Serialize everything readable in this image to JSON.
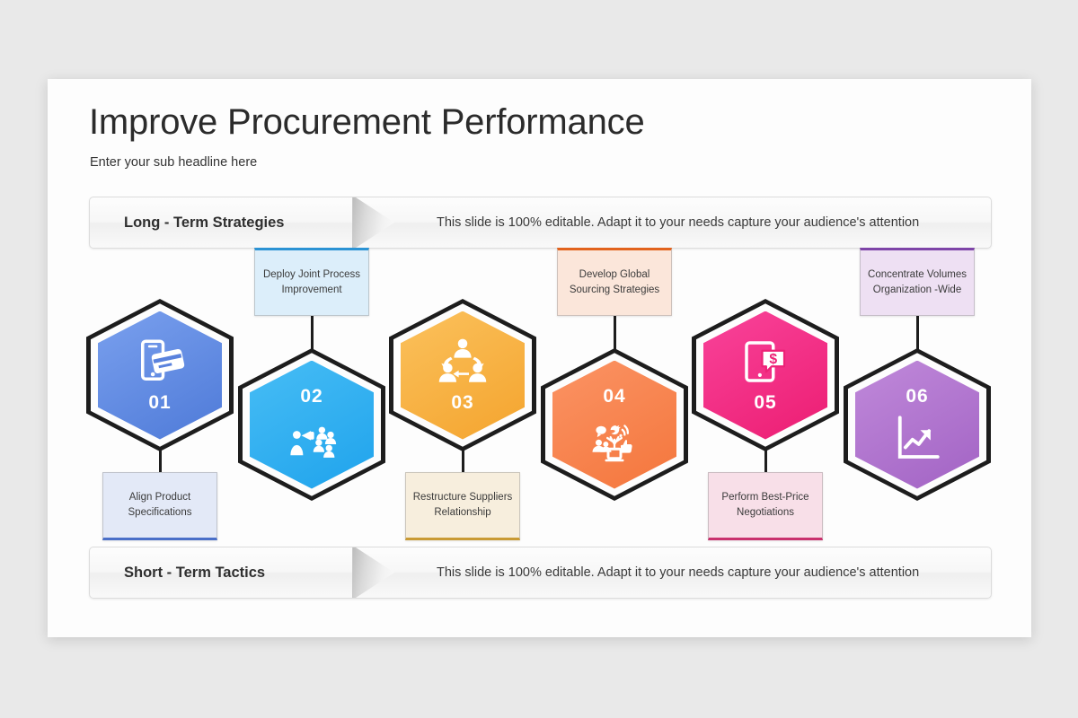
{
  "slide": {
    "title": "Improve Procurement Performance",
    "subtitle": "Enter your sub headline here"
  },
  "banners": [
    {
      "name": "long-term-strategies",
      "label": "Long - Term Strategies",
      "text": "This slide is 100% editable. Adapt it to your needs capture your audience's attention"
    },
    {
      "name": "short-term-tactics",
      "label": "Short - Term Tactics",
      "text": "This slide is 100% editable. Adapt it to your needs capture your audience's attention"
    }
  ],
  "steps": [
    {
      "number": "01",
      "label": "Align Product Specifications",
      "label_position": "bottom",
      "icon": "mobile-payment-icon",
      "accent": "#4a6fc8",
      "box_bg": "#e3e9f7",
      "hex_from": "#7aa0ee",
      "hex_to": "#4e7ad8",
      "number_position": "below"
    },
    {
      "number": "02",
      "label": "Deploy Joint Process Improvement",
      "label_position": "top",
      "icon": "announcement-team-icon",
      "accent": "#2b93d4",
      "box_bg": "#dceefa",
      "hex_from": "#47bdf5",
      "hex_to": "#1fa3ec",
      "number_position": "above"
    },
    {
      "number": "03",
      "label": "Restructure Suppliers Relationship",
      "label_position": "bottom",
      "icon": "collaboration-icon",
      "accent": "#c99a34",
      "box_bg": "#f7eedd",
      "hex_from": "#fbc15c",
      "hex_to": "#f4a42e",
      "number_position": "below"
    },
    {
      "number": "04",
      "label": "Develop Global Sourcing Strategies",
      "label_position": "top",
      "icon": "social-media-icon",
      "accent": "#e2631e",
      "box_bg": "#fbe6da",
      "hex_from": "#fb9364",
      "hex_to": "#f4763c",
      "number_position": "above"
    },
    {
      "number": "05",
      "label": "Perform Best-Price Negotiations",
      "label_position": "bottom",
      "icon": "tablet-price-icon",
      "accent": "#c9316d",
      "box_bg": "#f8dfe8",
      "hex_from": "#f9439a",
      "hex_to": "#ec1d72",
      "number_position": "below"
    },
    {
      "number": "06",
      "label": "Concentrate Volumes Organization -Wide",
      "label_position": "top",
      "icon": "growth-chart-icon",
      "accent": "#7e45a8",
      "box_bg": "#eee0f3",
      "hex_from": "#c089da",
      "hex_to": "#a263c4",
      "number_position": "above"
    }
  ]
}
